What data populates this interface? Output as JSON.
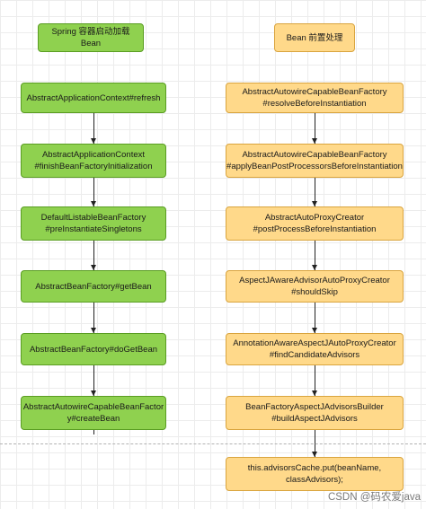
{
  "left_column": {
    "header": "Spring 容器启动加载 Bean",
    "steps": [
      "AbstractApplicationContext#refresh",
      "AbstractApplicationContext\n#finishBeanFactoryInitialization",
      "DefaultListableBeanFactory\n#preInstantiateSingletons",
      "AbstractBeanFactory#getBean",
      "AbstractBeanFactory#doGetBean",
      "AbstractAutowireCapableBeanFactor\ny#createBean"
    ]
  },
  "right_column": {
    "header": "Bean 前置处理",
    "steps": [
      "AbstractAutowireCapableBeanFactory\n#resolveBeforeInstantiation",
      "AbstractAutowireCapableBeanFactory\n#applyBeanPostProcessorsBeforeInstantiation",
      "AbstractAutoProxyCreator\n#postProcessBeforeInstantiation",
      "AspectJAwareAdvisorAutoProxyCreator\n#shouldSkip",
      "AnnotationAwareAspectJAutoProxyCreator\n#findCandidateAdvisors",
      "BeanFactoryAspectJAdvisorsBuilder\n#buildAspectJAdvisors",
      "this.advisorsCache.put(beanName,\nclassAdvisors);"
    ]
  },
  "watermark": "CSDN @码农爱java",
  "colors": {
    "green_fill": "#8fd14f",
    "green_border": "#5a9d22",
    "orange_fill": "#ffd98a",
    "orange_border": "#d9a43e"
  }
}
